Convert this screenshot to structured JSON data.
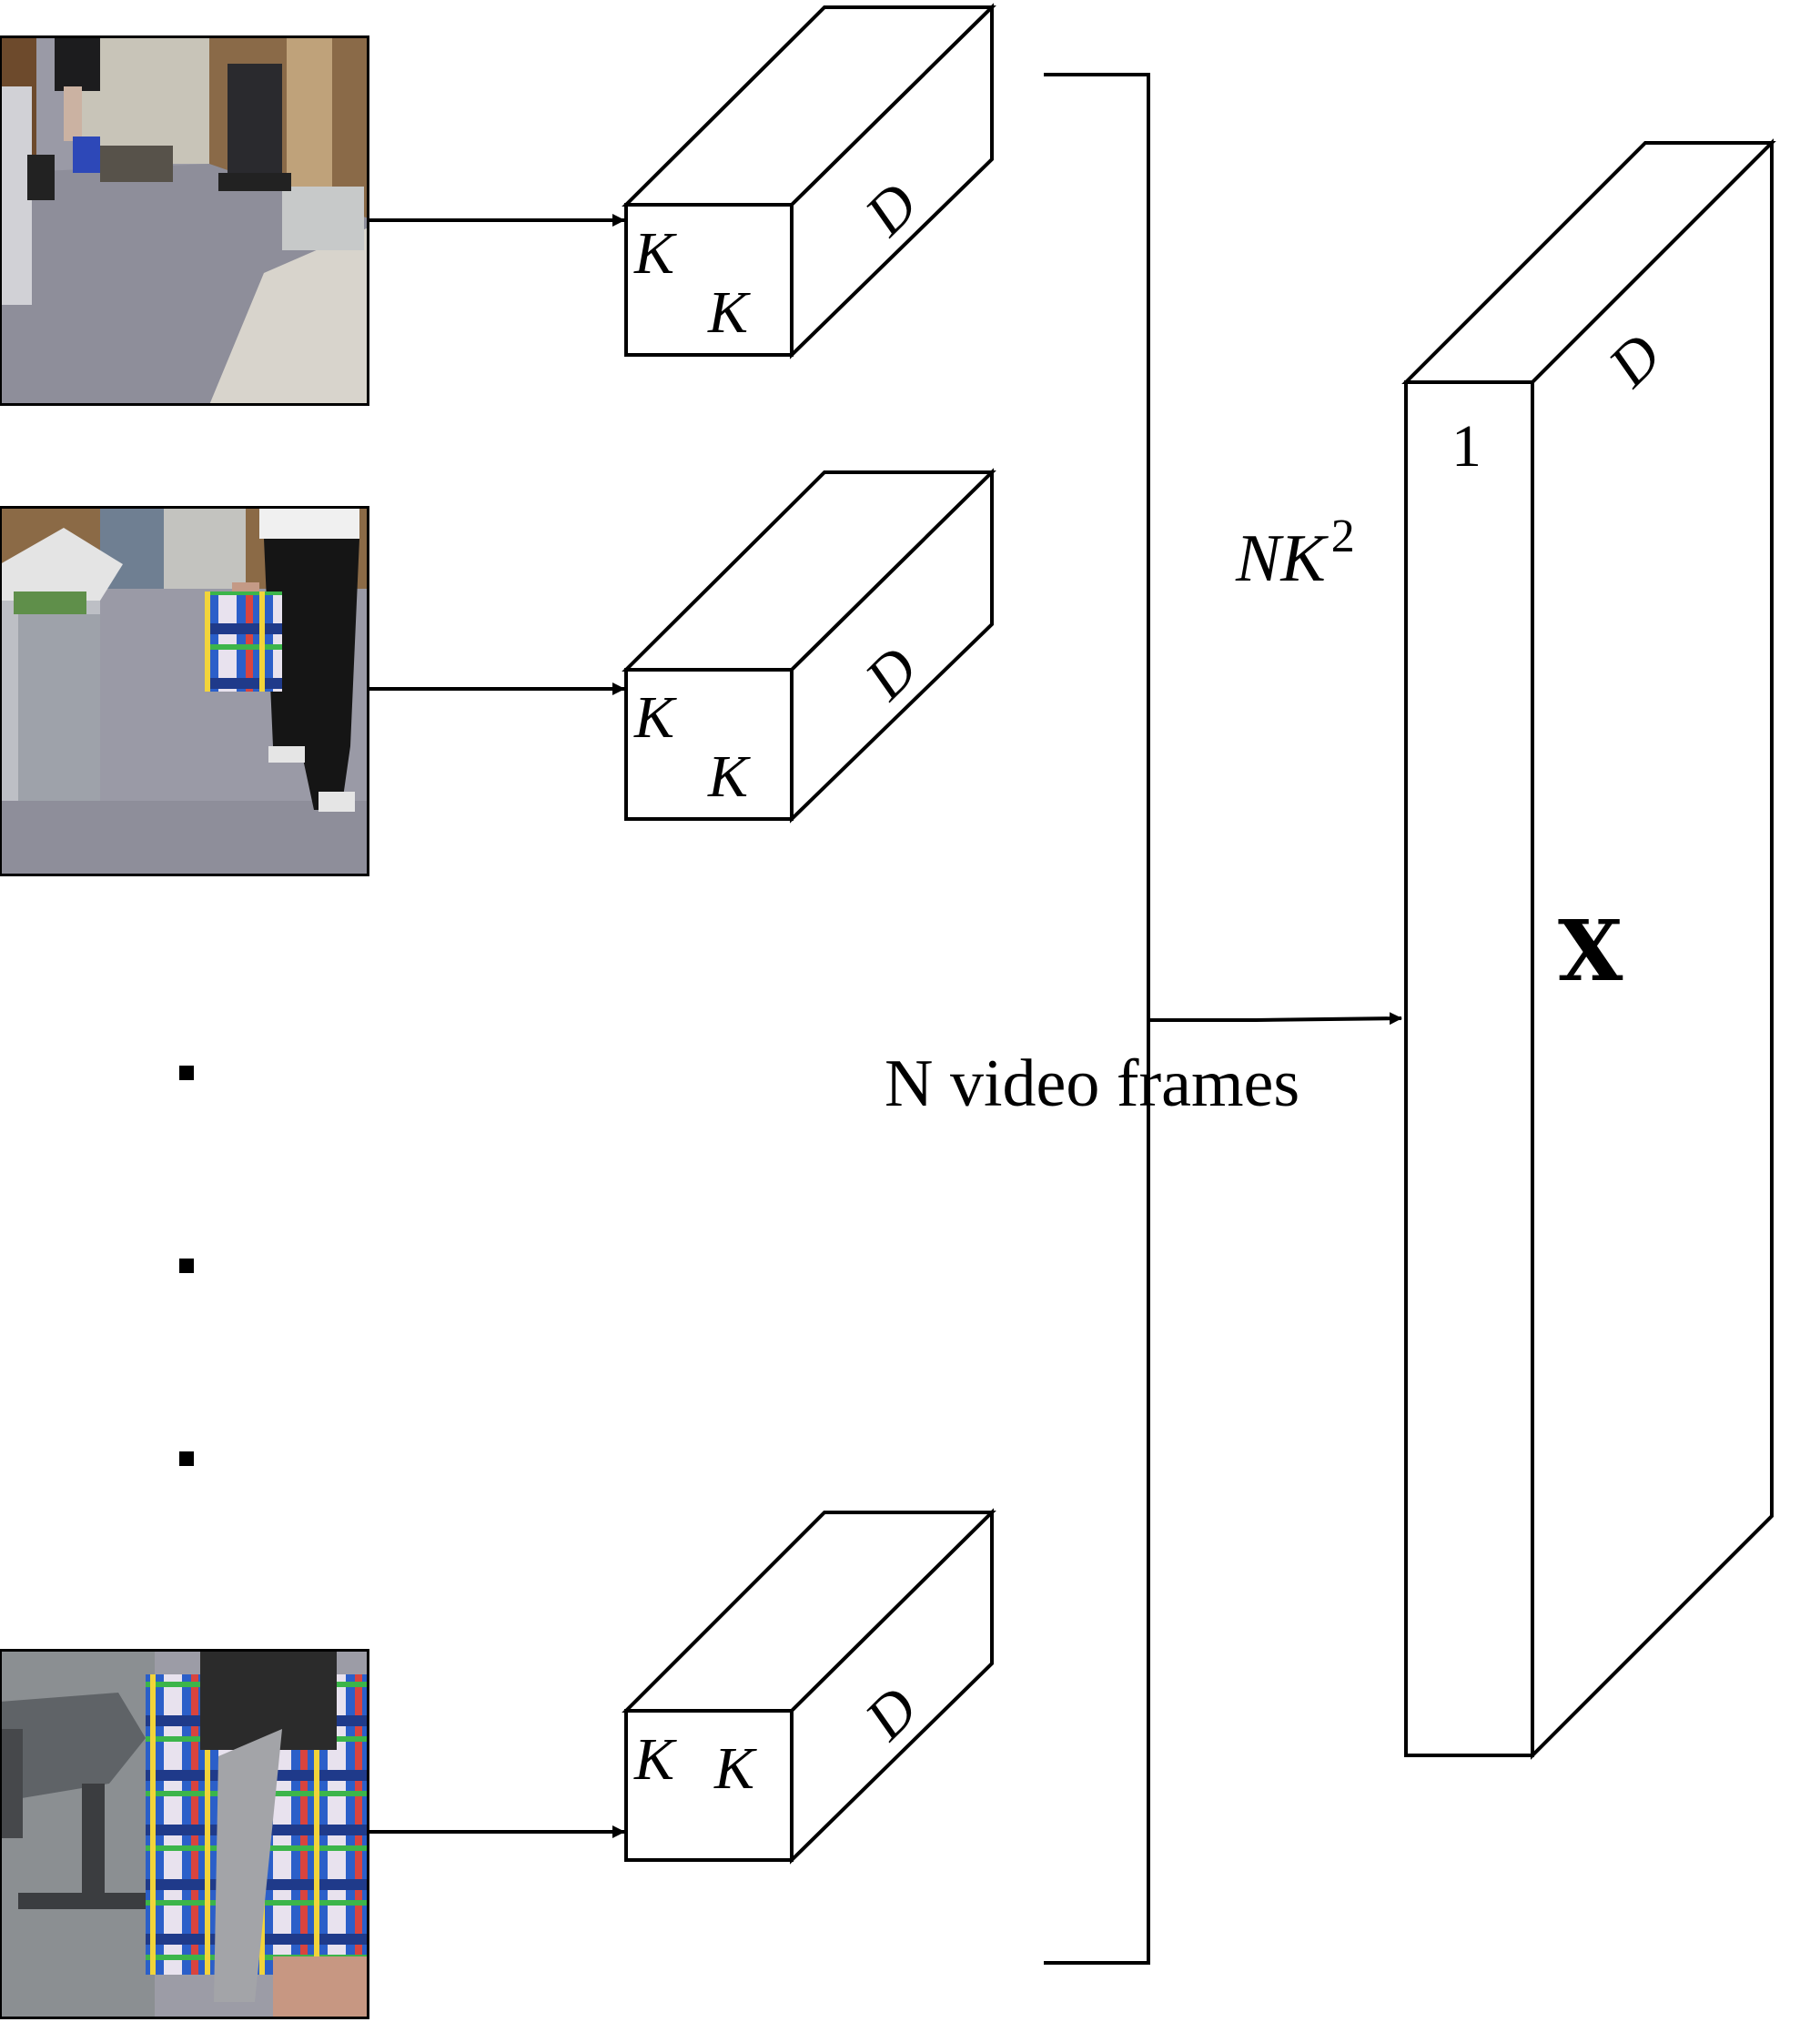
{
  "frames_label": "N video frames",
  "output_label": "X",
  "output_dims": {
    "depth": "D",
    "width": "1",
    "height_base": "NK",
    "height_exp": "2"
  },
  "feature_blocks": [
    {
      "k1": "K",
      "k2": "K",
      "d": "D"
    },
    {
      "k1": "K",
      "k2": "K",
      "d": "D"
    },
    {
      "k1": "K",
      "k2": "K",
      "d": "D"
    }
  ],
  "colors": {
    "line": "#000000",
    "floor": "#8a8c95",
    "wall": "#7a5a36",
    "plaid_blue": "#2b5fc9"
  }
}
